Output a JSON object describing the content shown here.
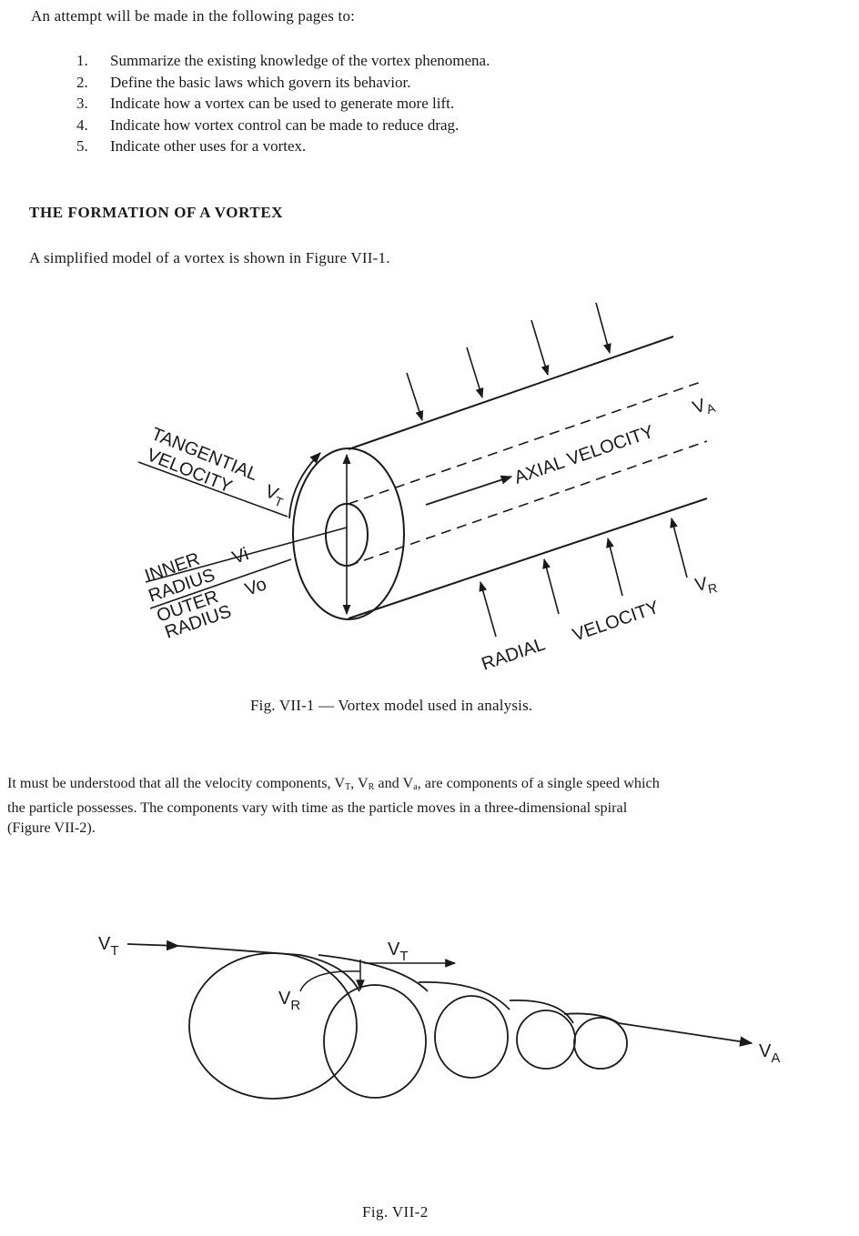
{
  "intro": "An attempt will be made in the following pages to:",
  "list": [
    {
      "num": "1.",
      "text": "Summarize the existing knowledge of the vortex phenomena."
    },
    {
      "num": "2.",
      "text": "Define the basic laws which govern its behavior."
    },
    {
      "num": "3.",
      "text": "Indicate how a vortex can be used to generate more lift."
    },
    {
      "num": "4.",
      "text": "Indicate how vortex control can be made to reduce drag."
    },
    {
      "num": "5.",
      "text": "Indicate other uses for a vortex."
    }
  ],
  "heading": "THE FORMATION OF A VORTEX",
  "para1": "A simplified model of a vortex is shown in Figure VII-1.",
  "fig1": {
    "tangential": "TANGENTIAL",
    "velocity": "VELOCITY",
    "vt": "V",
    "vt_sub": "T",
    "axial": "AXIAL VELOCITY",
    "va": "V",
    "va_sub": "A",
    "inner": "INNER",
    "radius1": "RADIUS",
    "outer": "OUTER",
    "radius2": "RADIUS",
    "vi": "Vi",
    "vo": "Vo",
    "radial": "RADIAL",
    "radial_velocity": "VELOCITY",
    "vr": "V",
    "vr_sub": "R",
    "caption": "Fig. VII-1 — Vortex model used in analysis."
  },
  "para2": {
    "line1_a": "It must be understood that all the velocity components, V",
    "line1_s1": "T",
    "line1_b": ", V",
    "line1_s2": "R",
    "line1_c": " and V",
    "line1_s3": "a",
    "line1_d": ", are components of a single speed which",
    "line2": "the particle possesses. The components vary with time as the particle moves in a three-dimensional spiral",
    "line3": "(Figure VII-2)."
  },
  "fig2": {
    "vt_left": "V",
    "vt_left_sub": "T",
    "vt_top": "V",
    "vt_top_sub": "T",
    "vr": "V",
    "vr_sub": "R",
    "va": "V",
    "va_sub": "A",
    "caption": "Fig. VII-2"
  }
}
